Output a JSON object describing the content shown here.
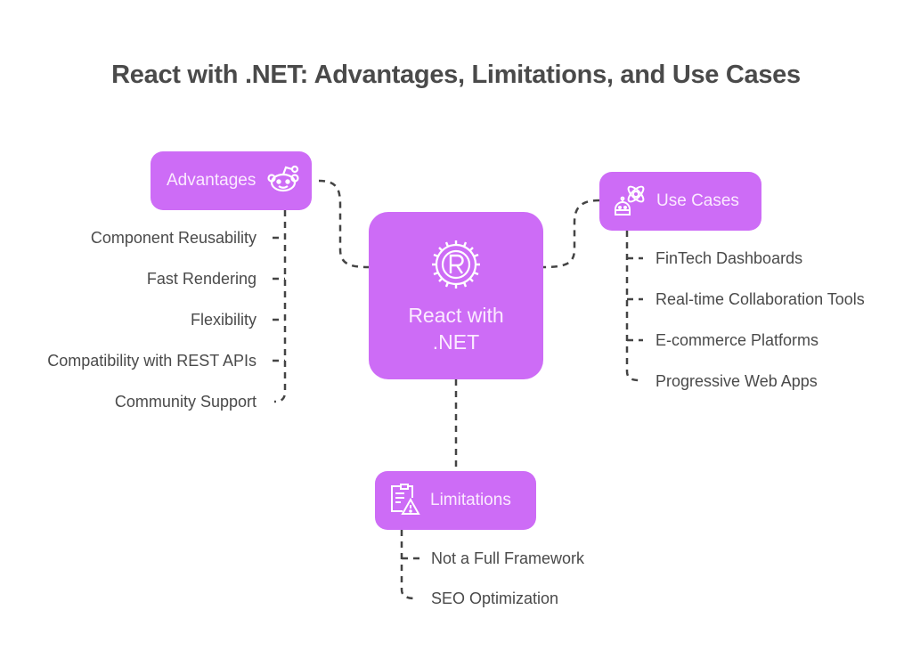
{
  "title": "React with .NET: Advantages, Limitations, and Use Cases",
  "colors": {
    "node_fill": "#cd6cf6",
    "connector": "#444444",
    "text": "#4a4a4a"
  },
  "center": {
    "label_line1": "React with",
    "label_line2": ".NET",
    "icon": "rust-gear-r-icon"
  },
  "advantages": {
    "label": "Advantages",
    "icon": "reddit-alien-icon",
    "items": [
      "Component Reusability",
      "Fast Rendering",
      "Flexibility",
      "Compatibility with REST APIs",
      "Community Support"
    ]
  },
  "use_cases": {
    "label": "Use Cases",
    "icon": "robot-atom-icon",
    "items": [
      "FinTech Dashboards",
      "Real-time Collaboration Tools",
      "E-commerce Platforms",
      "Progressive Web Apps"
    ]
  },
  "limitations": {
    "label": "Limitations",
    "icon": "clipboard-warning-icon",
    "items": [
      "Not a Full Framework",
      "SEO Optimization"
    ]
  }
}
